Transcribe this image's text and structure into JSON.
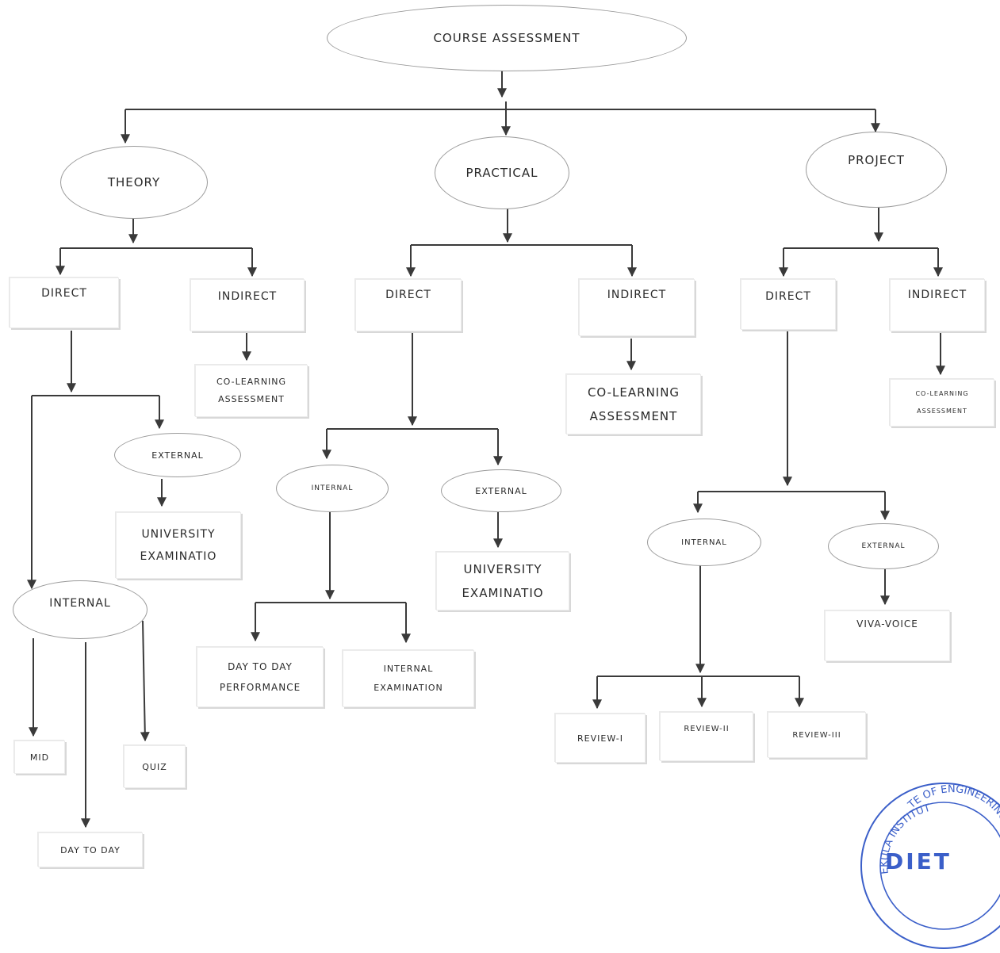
{
  "diagram": {
    "root": {
      "label": "COURSE ASSESSMENT"
    },
    "theory": {
      "label": "THEORY",
      "direct": {
        "label": "DIRECT"
      },
      "indirect": {
        "label": "INDIRECT"
      },
      "co_learning": {
        "line1": "CO-LEARNING",
        "line2": "ASSESSMENT"
      },
      "external": {
        "label": "EXTERNAL"
      },
      "university": {
        "line1": "UNIVERSITY",
        "line2": "EXAMINATIO"
      },
      "internal": {
        "label": "INTERNAL"
      },
      "mid": {
        "label": "MID"
      },
      "quiz": {
        "label": "QUIZ"
      },
      "day_to_day": {
        "label": "DAY TO DAY"
      }
    },
    "practical": {
      "label": "PRACTICAL",
      "direct": {
        "label": "DIRECT"
      },
      "indirect": {
        "label": "INDIRECT"
      },
      "co_learning": {
        "line1": "CO-LEARNING",
        "line2": "ASSESSMENT"
      },
      "internal": {
        "label": "INTERNAL"
      },
      "external": {
        "label": "EXTERNAL"
      },
      "university": {
        "line1": "UNIVERSITY",
        "line2": "EXAMINATIO"
      },
      "day_to_day": {
        "line1": "DAY TO DAY",
        "line2": "PERFORMANCE"
      },
      "internal_exam": {
        "line1": "INTERNAL",
        "line2": "EXAMINATION"
      }
    },
    "project": {
      "label": "PROJECT",
      "direct": {
        "label": "DIRECT"
      },
      "indirect": {
        "label": "INDIRECT"
      },
      "co_learning": {
        "line1": "CO-LEARNING",
        "line2": "ASSESSMENT"
      },
      "internal": {
        "label": "INTERNAL"
      },
      "external": {
        "label": "EXTERNAL"
      },
      "viva": {
        "label": "VIVA-VOICE"
      },
      "review1": {
        "label": "REVIEW-I"
      },
      "review2": {
        "label": "REVIEW-II"
      },
      "review3": {
        "label": "REVIEW-III"
      }
    },
    "seal": {
      "arc_left": "EKULA INSTITUTE",
      "arc_right": "TE OF ENGINEERING",
      "name": "DIET"
    }
  },
  "colors": {
    "line": "#3a3a3a",
    "node_border": "#9a9a9a",
    "text": "#2a2a2a",
    "seal": "#3b5fc9"
  }
}
